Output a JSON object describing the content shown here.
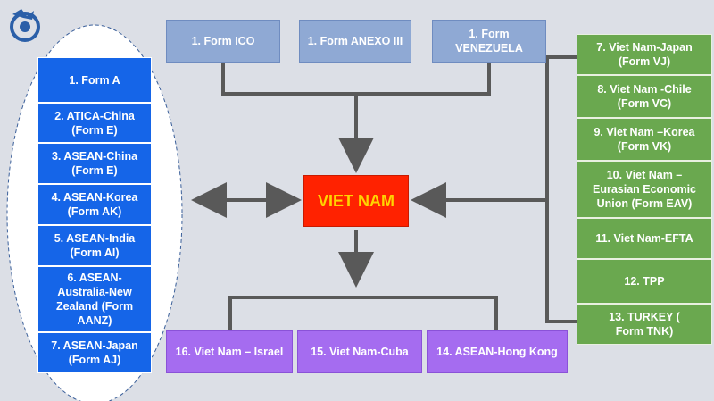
{
  "top_forms": [
    "1. Form ICO",
    "1. Form ANEXO III",
    "1. Form VENEZUELA"
  ],
  "center": "VIET NAM",
  "left_forms": [
    "1. Form A",
    "2. ATICA-China (Form E)",
    "3. ASEAN-China (Form E)",
    "4. ASEAN-Korea (Form AK)",
    "5. ASEAN-India (Form AI)",
    "6. ASEAN-Australia-New Zealand (Form AANZ)",
    "7. ASEAN-Japan (Form AJ)"
  ],
  "right_forms": [
    "7. Viet Nam-Japan (Form VJ)",
    "8. Viet Nam -Chile (Form VC)",
    "9. Viet Nam –Korea (Form VK)",
    "10. Viet Nam – Eurasian Economic Union (Form EAV)",
    "11. Viet Nam-EFTA",
    "12. TPP",
    "13. TURKEY ( Form TNK)"
  ],
  "bottom_forms": [
    "16. Viet Nam – Israel",
    "15. Viet Nam-Cuba",
    "14. ASEAN-Hong Kong"
  ],
  "colors": {
    "background": "#dcdfe6",
    "blue": "#1565e8",
    "grey_blue": "#8fa9d4",
    "green": "#6aa84f",
    "purple": "#a56cf0",
    "center_fill": "#ff2200",
    "center_text": "#ffd400",
    "connector": "#595959"
  },
  "icons": [
    "dragon-logo-icon"
  ]
}
